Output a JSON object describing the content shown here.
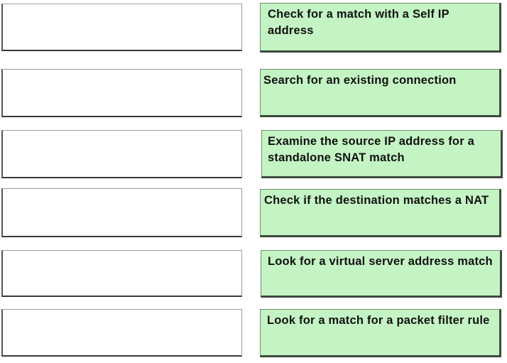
{
  "options": [
    {
      "label": "Check for a match with a Self IP address"
    },
    {
      "label": "Search for an existing connection"
    },
    {
      "label": "Examine the source IP address for a standalone SNAT match"
    },
    {
      "label": "Check if the destination matches a NAT"
    },
    {
      "label": "Look for a virtual server address match"
    },
    {
      "label": "Look for a match for a packet filter rule"
    }
  ],
  "colors": {
    "card_background": "#c4f3c4",
    "card_border": "#3e4a3e",
    "drop_box_background": "#ffffff"
  }
}
